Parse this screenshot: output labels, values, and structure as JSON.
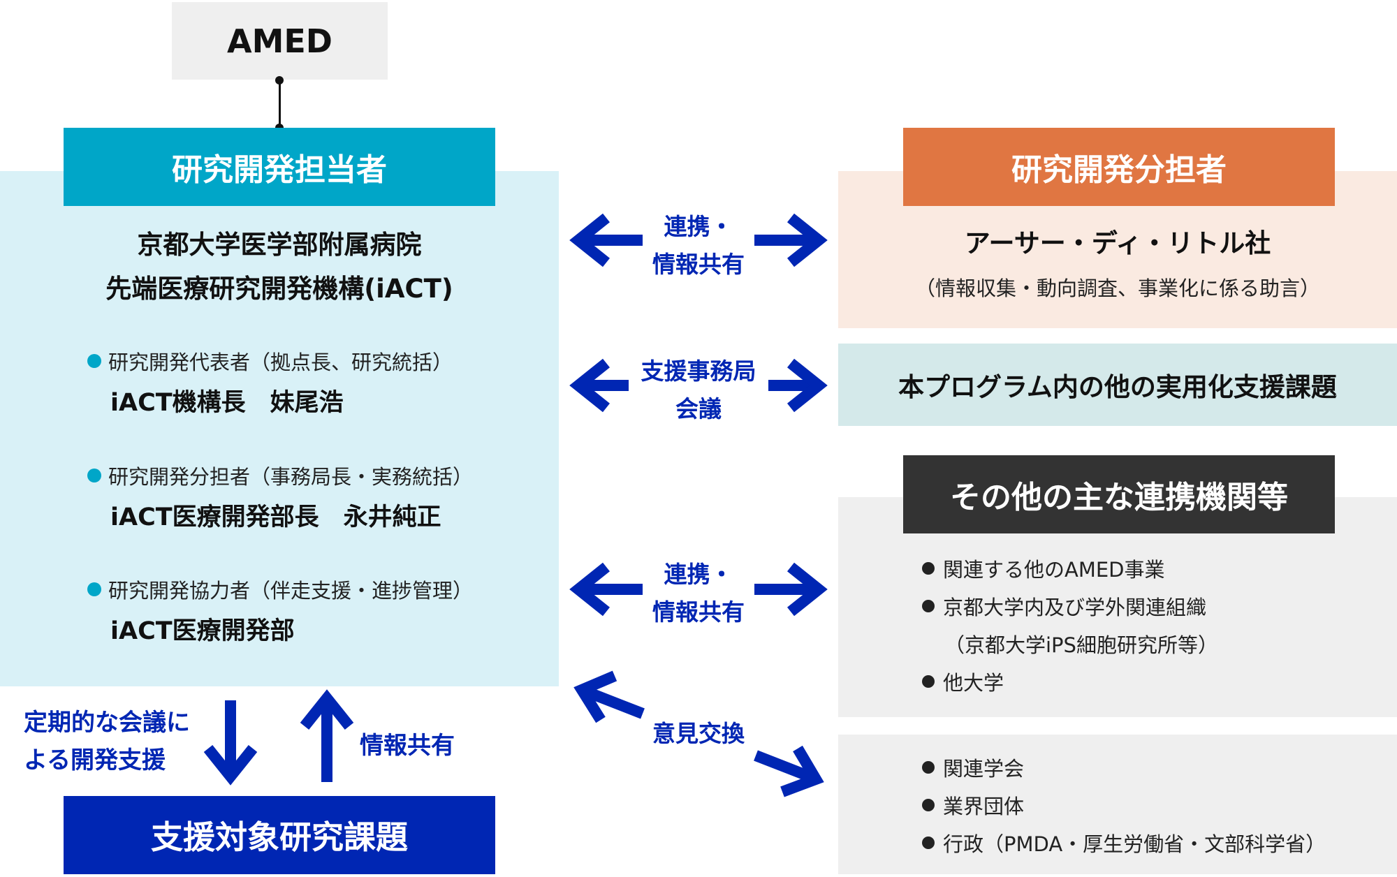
{
  "amed": "AMED",
  "lead": {
    "header": "研究開発担当者",
    "org_line1": "京都大学医学部附属病院",
    "org_line2": "先端医療研究開発機構(iACT)",
    "roles": [
      {
        "role": "研究開発代表者（拠点長、研究統括）",
        "person": "iACT機構長　妹尾浩"
      },
      {
        "role": "研究開発分担者（事務局長・実務統括）",
        "person": "iACT医療開発部長　永井純正"
      },
      {
        "role": "研究開発協力者（伴走支援・進捗管理）",
        "person": "iACT医療開発部"
      }
    ]
  },
  "bottom": {
    "down_label_line1": "定期的な会議に",
    "down_label_line2": "よる開発支援",
    "up_label": "情報共有",
    "target": "支援対象研究課題"
  },
  "collaborator": {
    "header": "研究開発分担者",
    "name": "アーサー・ディ・リトル社",
    "role": "（情報収集・動向調査、事業化に係る助言）"
  },
  "program": "本プログラム内の他の実用化支援課題",
  "others": {
    "header": "その他の主な連携機関等",
    "items": [
      "関連する他のAMED事業",
      "京都大学内及び学外関連組織",
      "（京都大学iPS細胞研究所等）",
      "他大学"
    ],
    "items2": [
      "関連学会",
      "業界団体",
      "行政（PMDA・厚生労働省・文部科学省）"
    ]
  },
  "connections": {
    "c1_line1": "連携・",
    "c1_line2": "情報共有",
    "c2_line1": "支援事務局",
    "c2_line2": "会議",
    "c3_line1": "連携・",
    "c3_line2": "情報共有",
    "c4": "意見交換"
  },
  "colors": {
    "lead": "#00a6c8",
    "collaborator": "#e07642",
    "others": "#333333",
    "target": "#0026b3",
    "arrow": "#0026b3"
  }
}
